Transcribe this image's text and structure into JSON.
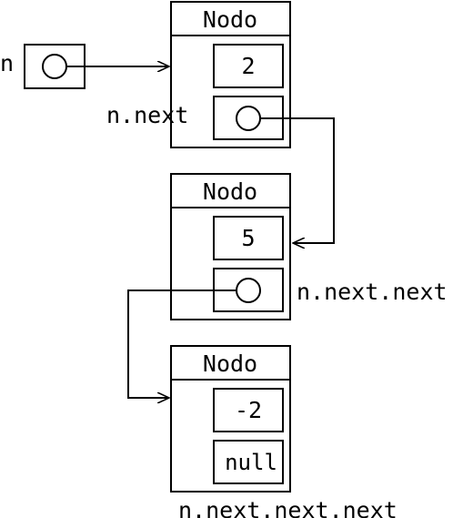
{
  "variable": {
    "name": "n"
  },
  "nodes": [
    {
      "title": "Nodo",
      "value": "2",
      "next_label": "n.next"
    },
    {
      "title": "Nodo",
      "value": "5",
      "next_label": "n.next.next"
    },
    {
      "title": "Nodo",
      "value": "-2",
      "next_value": "null",
      "label_below": "n.next.next.next"
    }
  ]
}
